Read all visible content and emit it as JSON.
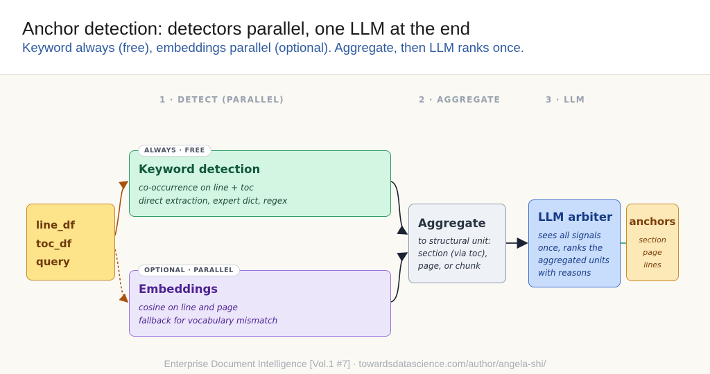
{
  "header": {
    "title": "Anchor detection: detectors parallel, one LLM at the end",
    "subtitle": "Keyword always (free), embeddings parallel (optional). Aggregate, then LLM ranks once."
  },
  "stages": [
    "1 · DETECT (PARALLEL)",
    "2 · AGGREGATE",
    "3 · LLM"
  ],
  "inputs": {
    "lines": [
      "line_df",
      "toc_df",
      "query"
    ]
  },
  "keyword": {
    "tag": "ALWAYS · FREE",
    "title": "Keyword detection",
    "lines": [
      "co-occurrence on line + toc",
      "direct extraction, expert dict, regex"
    ]
  },
  "embeddings": {
    "tag": "OPTIONAL · PARALLEL",
    "title": "Embeddings",
    "lines": [
      "cosine on line and page",
      "fallback for vocabulary mismatch"
    ]
  },
  "aggregate": {
    "title": "Aggregate",
    "lines": [
      "to structural unit:",
      "section (via toc),",
      "page, or chunk"
    ]
  },
  "llm": {
    "title": "LLM arbiter",
    "lines": [
      "sees all signals",
      "once, ranks the",
      "aggregated units",
      "with reasons"
    ]
  },
  "anchors": {
    "title": "anchors",
    "lines": [
      "section",
      "page",
      "lines"
    ]
  },
  "colors": {
    "keyword": "#2f9d63",
    "embeddings": "#9a70de",
    "llm": "#3f73cf",
    "input": "#c98a2a",
    "arrow_dark": "#1b2233"
  },
  "footer": "Enterprise Document Intelligence [Vol.1 #7]  ·  towardsdatascience.com/author/angela-shi/"
}
